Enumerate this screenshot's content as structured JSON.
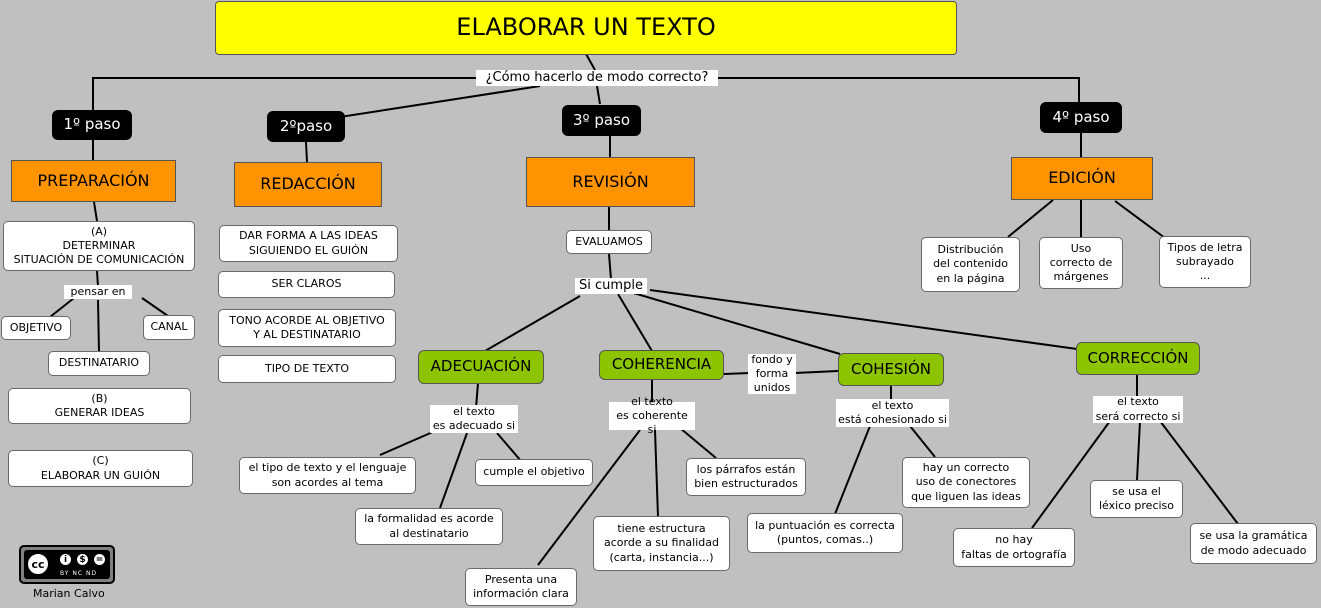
{
  "title": "ELABORAR UN TEXTO",
  "question": "¿Cómo hacerlo de modo correcto?",
  "steps": [
    "1º paso",
    "2ºpaso",
    "3º paso",
    "4º paso"
  ],
  "phases": [
    "PREPARACIÓN",
    "REDACCIÓN",
    "REVISIÓN",
    "EDICIÓN"
  ],
  "preparacion": {
    "a": "(A)\nDETERMINAR\nSITUACIÓN DE COMUNICACIÓN",
    "pensar": "pensar en",
    "objetivo": "OBJETIVO",
    "canal": "CANAL",
    "destinatario": "DESTINATARIO",
    "b": "(B)\nGENERAR IDEAS",
    "c": "(C)\nELABORAR UN GUIÓN"
  },
  "redaccion": {
    "items": [
      "DAR FORMA A LAS IDEAS\nSIGUIENDO EL GUIÓN",
      "SER CLAROS",
      "TONO ACORDE AL OBJETIVO\nY AL DESTINATARIO",
      "TIPO DE TEXTO"
    ]
  },
  "revision": {
    "evaluamos": "EVALUAMOS",
    "si_cumple": "Si cumple",
    "adecuacion": "ADECUACIÓN",
    "adecuacion_label": "el texto\nes adecuado si",
    "adecuacion_items": [
      "el tipo de texto y el lenguaje\nson acordes al tema",
      "cumple el objetivo",
      "la formalidad es acorde\nal destinatario"
    ],
    "coherencia": "COHERENCIA",
    "coherencia_label": "el texto\nes coherente si",
    "coherencia_items": [
      "los párrafos están\nbien estructurados",
      "tiene estructura\nacorde a su finalidad\n(carta, instancia...)",
      "Presenta una\ninformación clara"
    ],
    "fondo": "fondo y\nforma\nunidos",
    "cohesion": "COHESIÓN",
    "cohesion_label": "el texto\nestá cohesionado si",
    "cohesion_items": [
      "hay un correcto\nuso de conectores\nque liguen las ideas",
      "la puntuación es correcta\n(puntos, comas..)"
    ],
    "correccion": "CORRECCIÓN",
    "correccion_label": "el texto\nserá correcto si",
    "correccion_items": [
      "se usa el\nléxico preciso",
      "se usa la gramática\nde modo adecuado",
      "no hay\nfaltas de ortografía"
    ]
  },
  "edicion": {
    "items": [
      "Distribución\ndel contenido\nen la página",
      "Uso\ncorrecto de\nmárgenes",
      "Tipos de letra\nsubrayado\n..."
    ]
  },
  "license": {
    "cc": "cc",
    "icons": [
      "info-icon",
      "nc-icon",
      "nd-icon"
    ],
    "text": "BY  NC  ND"
  },
  "author": "Marian Calvo"
}
